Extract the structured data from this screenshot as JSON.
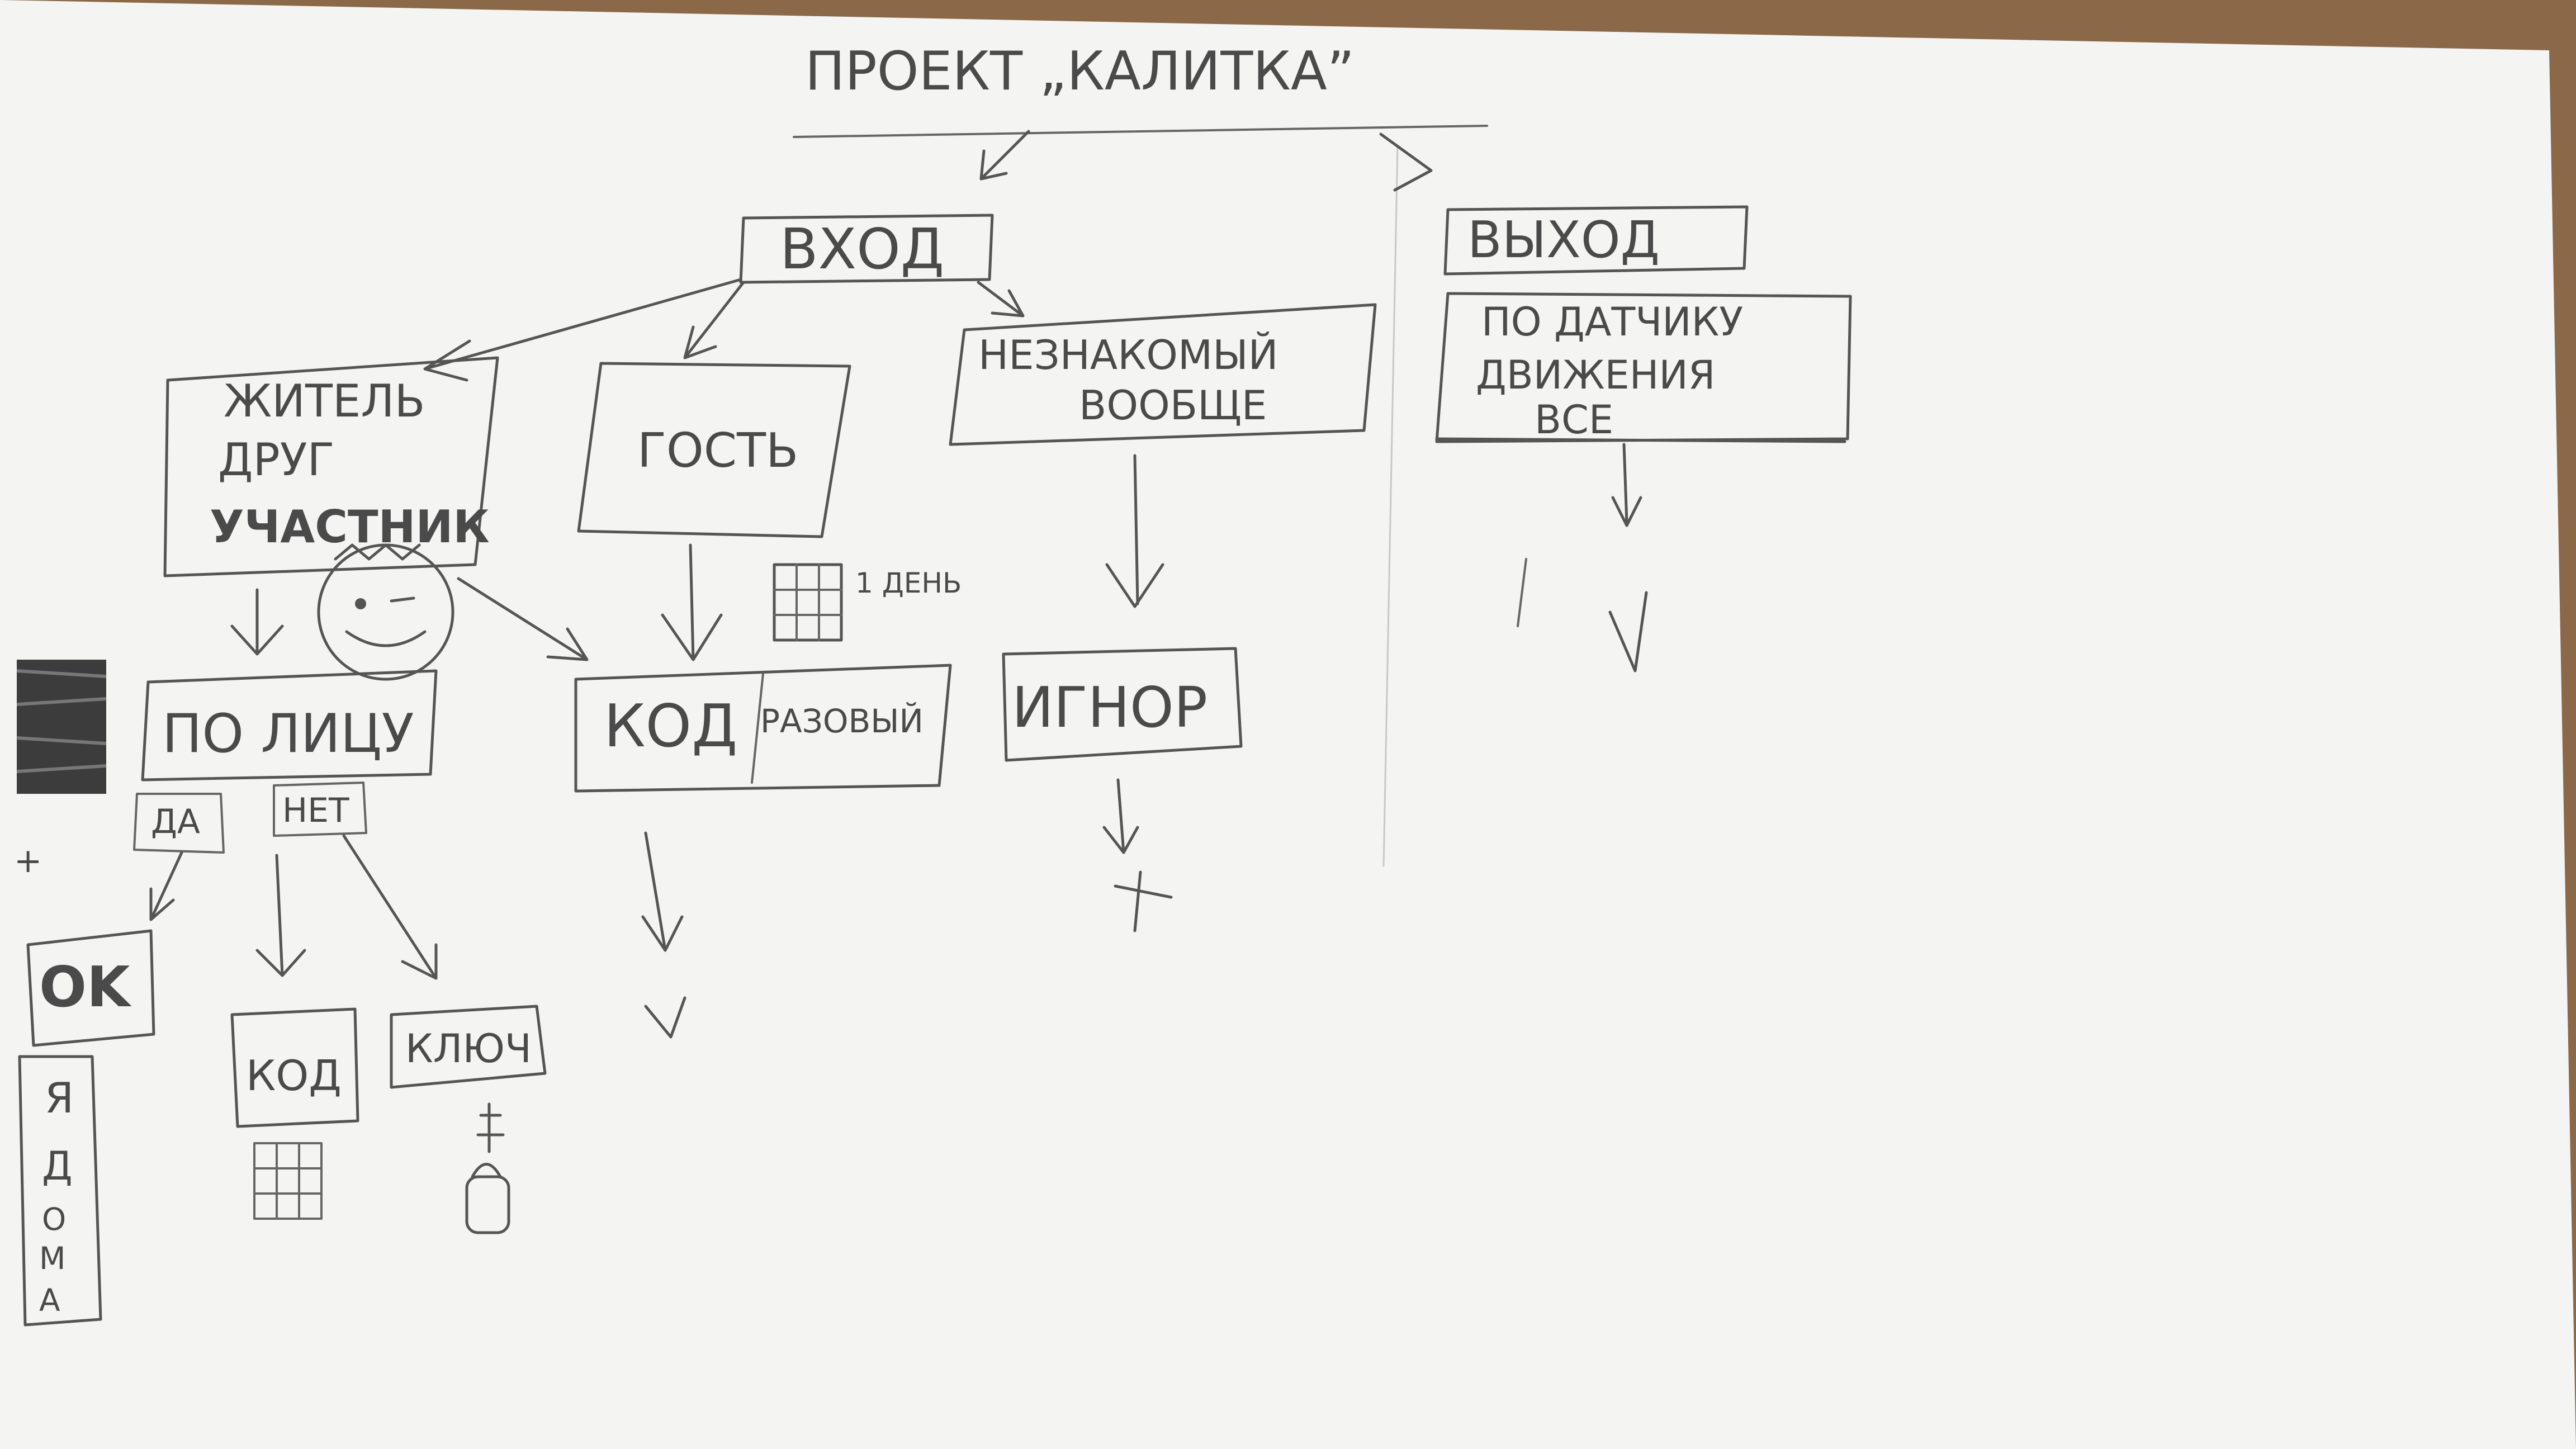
{
  "title": "ПРОЕКТ „КАЛИТКА”",
  "left": {
    "entry": "ВХОД",
    "resident_lines": [
      "ЖИТЕЛЬ",
      "ДРУГ",
      "УЧАСТНИК"
    ],
    "guest": "ГОСТЬ",
    "stranger_lines": [
      "НЕЗНАКОМЫЙ",
      "ВООБЩЕ"
    ],
    "face_id": "ПО ЛИЦУ",
    "yes": "ДА",
    "no": "НЕТ",
    "ok": "OK",
    "home_letters": [
      "Я",
      "Д",
      "О",
      "М",
      "А"
    ],
    "code": "КОД",
    "key": "КЛЮЧ",
    "code_main": "КОД",
    "one_time": "РАЗОВЫЙ",
    "one_day": "1 ДЕНЬ",
    "ignore": "ИГНОР",
    "plus_mark": "+"
  },
  "right": {
    "exit": "ВЫХОД",
    "motion_lines": [
      "ПО ДАТЧИКУ",
      "ДВИЖЕНИЯ"
    ],
    "everyone": "ВСЕ"
  },
  "colors": {
    "paper": "#f4f4f2",
    "ink": "#4a4a4a",
    "table": "#8a6848"
  }
}
